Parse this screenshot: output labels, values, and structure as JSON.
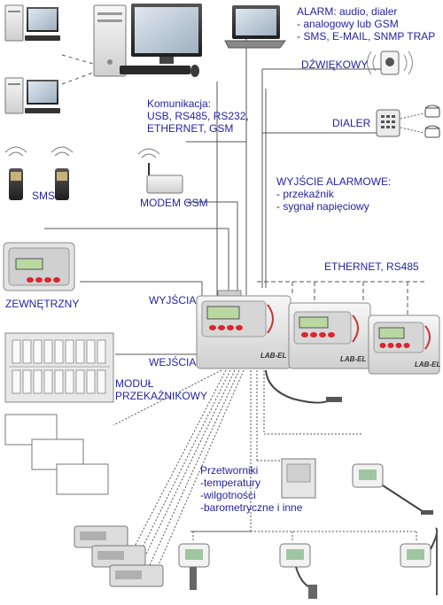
{
  "labels": {
    "alarm": [
      "ALARM: audio, dialer",
      "- analogowy lub GSM",
      "- SMS, E-MAIL, SNMP TRAP"
    ],
    "sound": "DŹWIĘKOWY",
    "dialer": "DIALER",
    "comm": [
      "Komunikacja:",
      "USB, RS485, RS232,",
      "ETHERNET, GSM"
    ],
    "sms": "SMS",
    "modem": "MODEM GSM",
    "alarm_out": [
      "WYJŚCIE ALARMOWE:",
      "- przekaźnik",
      "- sygnał napięciowy"
    ],
    "ethernet": "ETHERNET, RS485",
    "external": "ZEWNĘTRZNY",
    "outputs": "WYJŚCIA",
    "inputs": "WEJŚCIA",
    "relay": [
      "MODUŁ",
      "PRZEKAŹNIKOWY"
    ],
    "transducers": [
      "Przetworniki",
      "-temperatury",
      "-wilgotności",
      "-barometryczne i inne"
    ],
    "brand": "LAB-EL"
  },
  "colors": {
    "text": "#2323a6",
    "line": "#555555",
    "device_body": "#ececec",
    "device_face": "#d8d8d8",
    "lcd": "#b9d8a2",
    "button": "#d9262e"
  },
  "icons": [
    "desktop-computer-icon",
    "laptop-icon",
    "siren-icon",
    "dialer-icon",
    "phone-icon",
    "mobile-phone-icon",
    "gsm-modem-icon",
    "external-display-icon",
    "relay-module-icon",
    "datalogger-icon",
    "transmitter-icon",
    "probe-icon"
  ]
}
